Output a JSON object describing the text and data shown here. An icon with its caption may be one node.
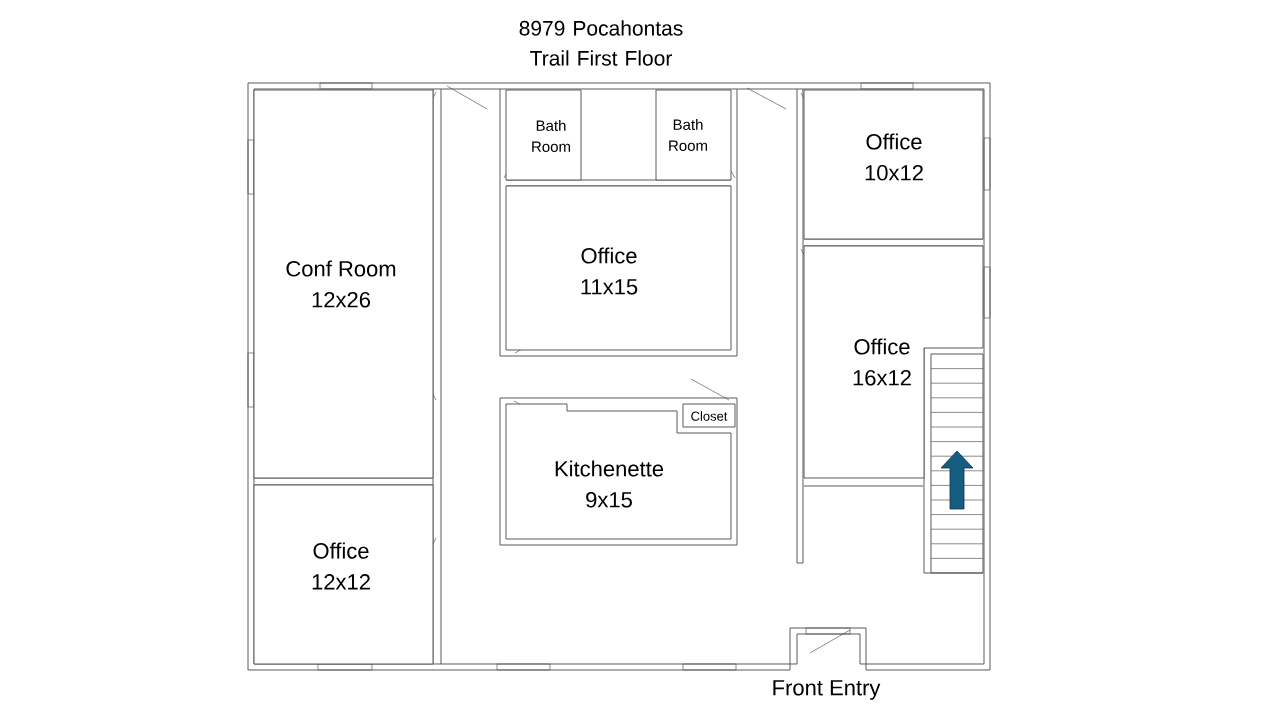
{
  "diagram": {
    "title": "8979 Pocahontas Trail First Floor",
    "nodes": [
      {
        "text": [
          "Conf Room",
          "12x26"
        ]
      },
      {
        "text": [
          "Bath Room"
        ]
      },
      {
        "text": [
          "Bath Room"
        ]
      },
      {
        "text": [
          "Office",
          "11x15"
        ]
      },
      {
        "text": [
          "Office",
          "10x12"
        ]
      },
      {
        "text": [
          "Office",
          "16x12"
        ]
      },
      {
        "text": [
          "Closet"
        ]
      },
      {
        "text": [
          "Kitchenette",
          "9x15"
        ]
      },
      {
        "text": [
          "Office",
          "12x12"
        ]
      }
    ],
    "labels": [
      "Front Entry"
    ]
  }
}
